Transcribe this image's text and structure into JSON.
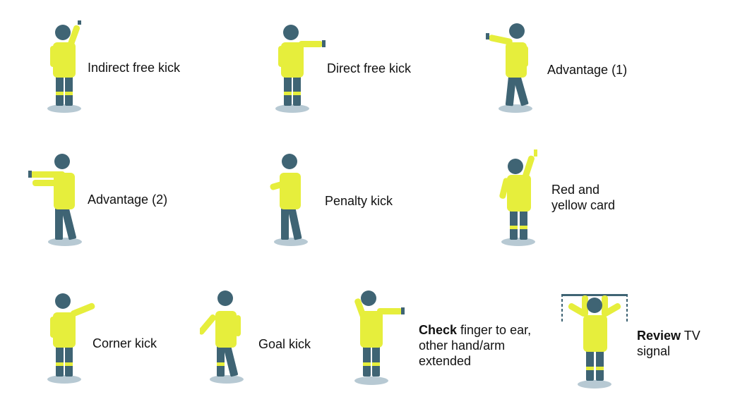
{
  "colors": {
    "shirt": "#e6ee3c",
    "shirt_edge": "#d2d92a",
    "dark": "#3f6474",
    "shadow": "#b7c9d3",
    "stripe": "#e6ee3c"
  },
  "signals": [
    {
      "id": "indirect-free-kick",
      "pose": "arm-up",
      "label": "Indirect free kick"
    },
    {
      "id": "direct-free-kick",
      "pose": "arm-side",
      "label": "Direct free kick"
    },
    {
      "id": "advantage-1",
      "pose": "arm-forward-left",
      "label": "Advantage (1)"
    },
    {
      "id": "advantage-2",
      "pose": "arms-forward",
      "label": "Advantage (2)"
    },
    {
      "id": "penalty-kick",
      "pose": "point-down",
      "label": "Penalty kick"
    },
    {
      "id": "red-yellow-card",
      "pose": "card-up",
      "label_lines": [
        "Red and",
        "yellow card"
      ]
    },
    {
      "id": "corner-kick",
      "pose": "arm-diag-up",
      "label": "Corner kick"
    },
    {
      "id": "goal-kick",
      "pose": "point-down-left",
      "label": "Goal kick"
    },
    {
      "id": "check",
      "pose": "finger-ear",
      "label_bold": "Check",
      "label_rest": " finger to ear,",
      "label_lines": [
        "other hand/arm",
        "extended"
      ]
    },
    {
      "id": "review",
      "pose": "tv-signal",
      "label_bold": "Review",
      "label_rest": " TV",
      "label_lines": [
        "signal"
      ]
    }
  ]
}
